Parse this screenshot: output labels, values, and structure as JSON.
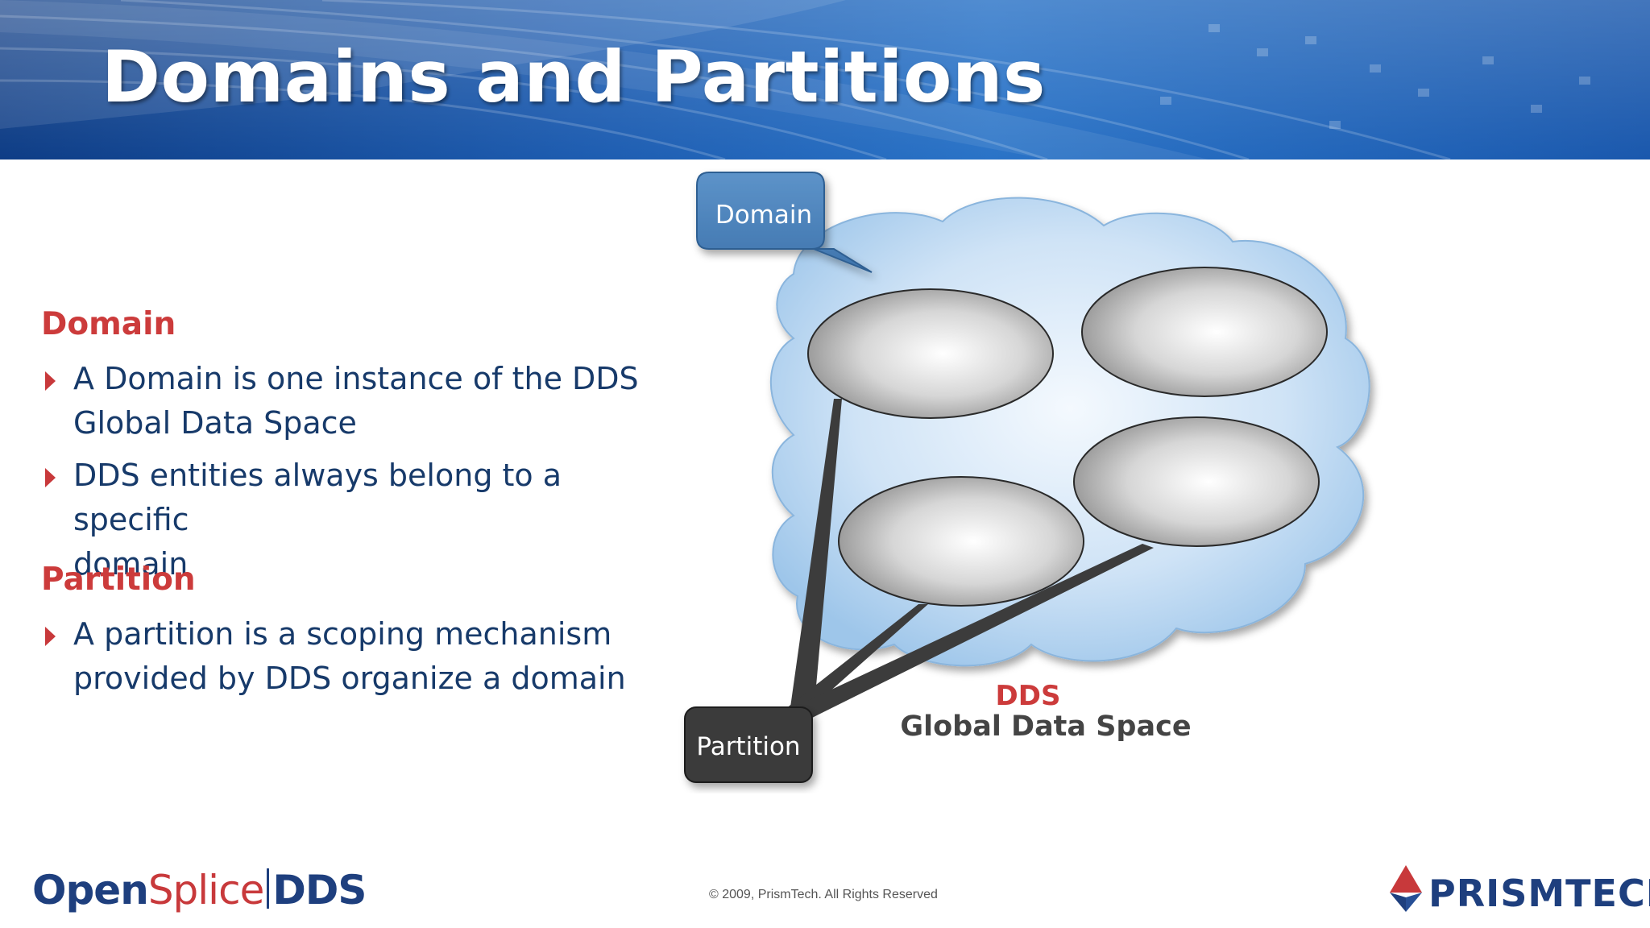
{
  "slide": {
    "title": "Domains and Partitions"
  },
  "sections": [
    {
      "heading": "Domain",
      "bullets": [
        [
          "A Domain is one instance of the DDS",
          "Global Data Space"
        ],
        [
          "DDS entities always belong to a specific",
          "domain"
        ]
      ]
    },
    {
      "heading": "Partition",
      "bullets": [
        [
          "A partition is a scoping mechanism",
          "provided by DDS organize a domain"
        ]
      ]
    }
  ],
  "diagram": {
    "domain_callout": "Domain",
    "partition_callout": "Partition",
    "cloud_label_line1": "DDS",
    "cloud_label_line2": "Global Data Space",
    "colors": {
      "domain_callout": "#4a80b9",
      "partition_callout": "#3a3a3a",
      "cloud": "#a9cdee",
      "dds_red": "#cc3b3b"
    }
  },
  "footer": {
    "copyright": "© 2009, PrismTech. All Rights Reserved",
    "logo_left": {
      "part1": "Open",
      "part2": "Splice",
      "part3": "DDS"
    },
    "logo_right": "PRISMTECH"
  },
  "colors": {
    "heading": "#cc3b3b",
    "body_text": "#173a6a",
    "header_blue": "#1d5cb0"
  }
}
